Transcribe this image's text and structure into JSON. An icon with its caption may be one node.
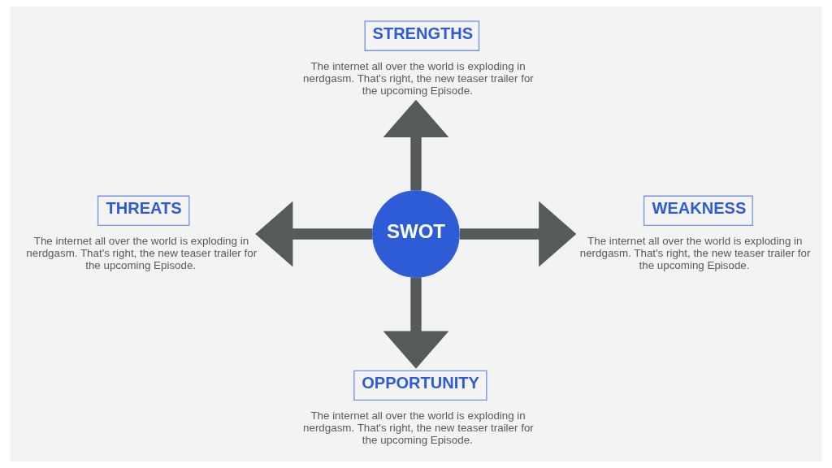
{
  "diagram": {
    "nodes": [
      {
        "text": [
          "STRENGTHS"
        ],
        "beside": [
          "The internet all over the world is exploding in nerdgasm. That's right, the new teaser trailer for the upcoming Episode."
        ]
      },
      {
        "text": [
          "THREATS"
        ],
        "beside": [
          "The internet all over the world is exploding in nerdgasm. That's right, the new teaser trailer for the upcoming Episode."
        ]
      },
      {
        "text": [
          "SWOT"
        ]
      },
      {
        "text": [
          "WEAKNESS"
        ],
        "beside": [
          "The internet all over the world is exploding in nerdgasm. That's right, the new teaser trailer for the upcoming Episode."
        ]
      },
      {
        "text": [
          "OPPORTUNITY"
        ],
        "beside": [
          "The internet all over the world is exploding in nerdgasm. That's right, the new teaser trailer for the upcoming Episode."
        ]
      }
    ],
    "edges": [
      {
        "from": 2,
        "to": 0,
        "arrow": "to"
      },
      {
        "from": 2,
        "to": 1,
        "arrow": "to"
      },
      {
        "from": 2,
        "to": 3,
        "arrow": "to"
      },
      {
        "from": 2,
        "to": 4,
        "arrow": "to"
      }
    ]
  }
}
